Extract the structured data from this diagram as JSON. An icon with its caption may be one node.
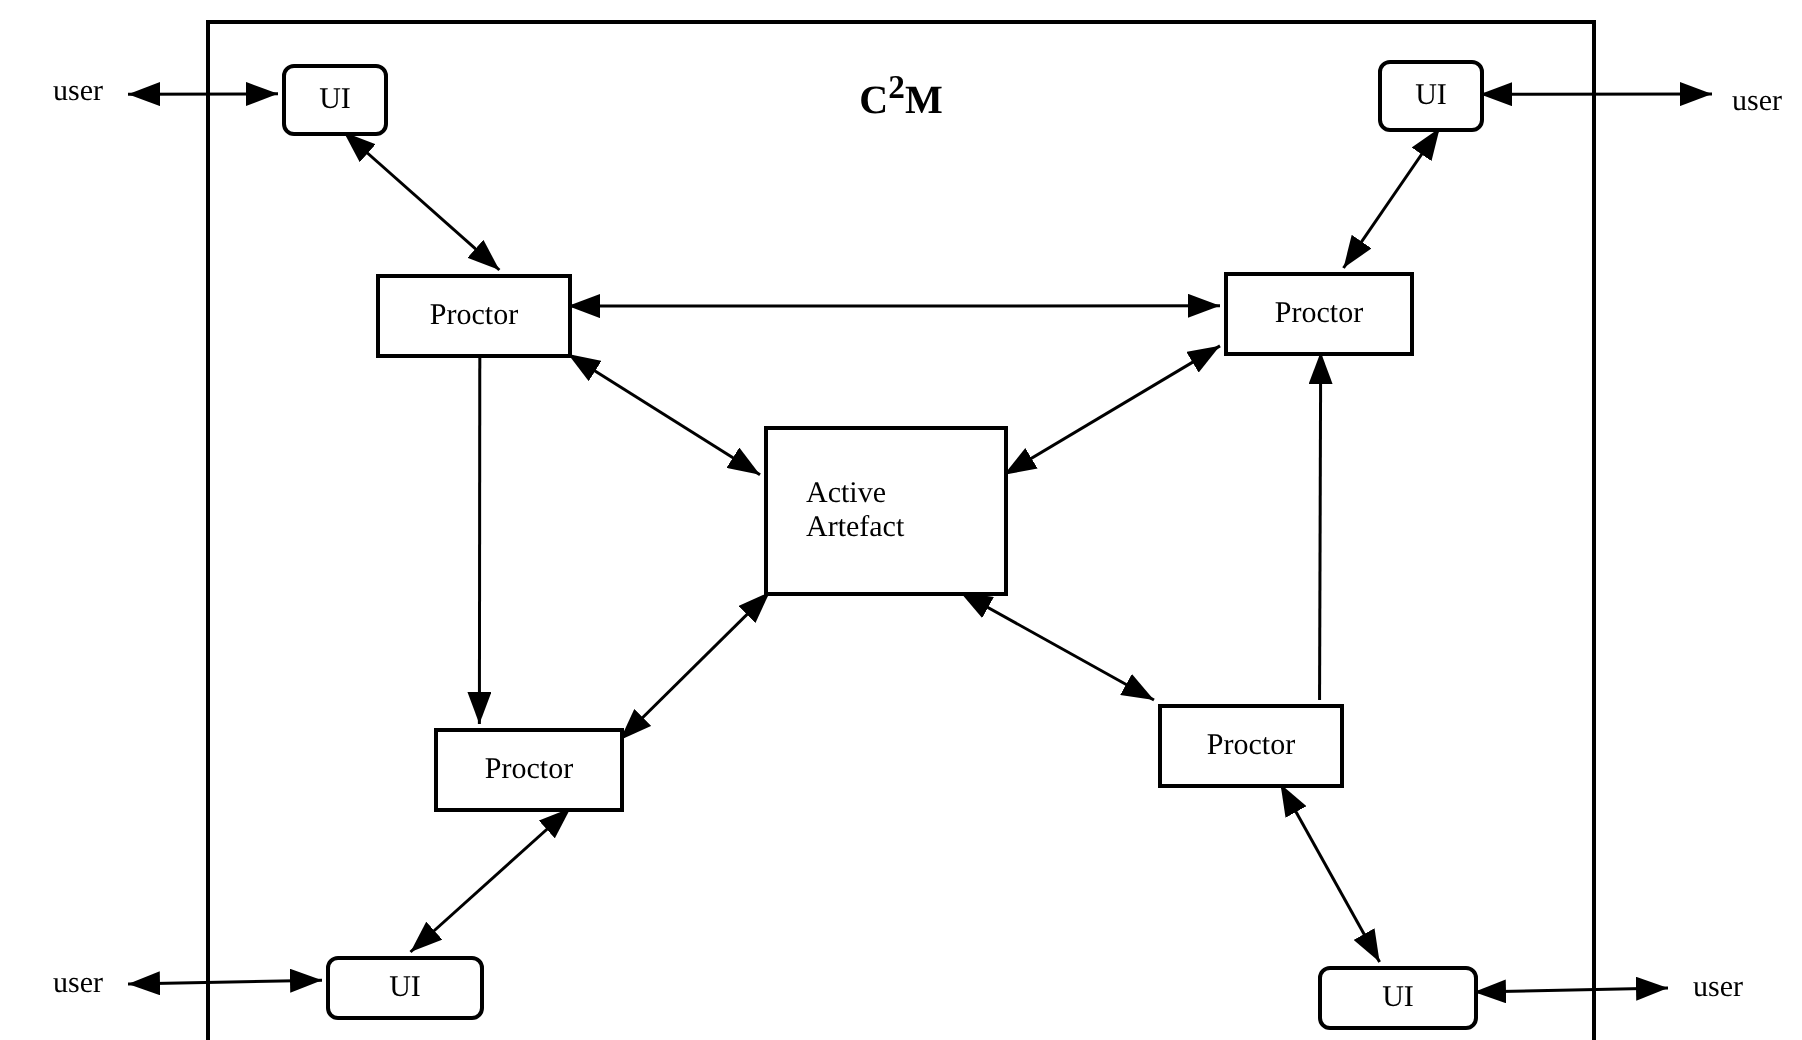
{
  "diagram": {
    "nodes": [
      {
        "text": [
          "C$^{2}$M"
        ]
      },
      {
        "text": [
          "UI"
        ],
        "in": 0
      },
      {
        "text": [
          "UI"
        ],
        "in": 0
      },
      {
        "text": [
          "Proctor"
        ],
        "in": 0
      },
      {
        "text": [
          "Proctor"
        ],
        "in": 0
      },
      {
        "text": [
          "Active Artefact"
        ],
        "in": 0
      },
      {
        "text": [
          "Proctor"
        ],
        "in": 0
      },
      {
        "text": [
          "Proctor"
        ],
        "in": 0
      },
      {
        "text": [
          "UI"
        ],
        "in": 0
      },
      {
        "text": [
          "UI"
        ],
        "in": 0
      },
      {
        "text": [
          "user"
        ]
      },
      {
        "text": [
          "user"
        ]
      },
      {
        "text": [
          "user"
        ]
      },
      {
        "text": [
          "user"
        ]
      }
    ],
    "edges": [
      {
        "from": 10,
        "to": 1,
        "arrow": "both"
      },
      {
        "from": 2,
        "to": 11,
        "arrow": "both"
      },
      {
        "from": 1,
        "to": 3,
        "arrow": "both"
      },
      {
        "from": 2,
        "to": 4,
        "arrow": "both"
      },
      {
        "from": 3,
        "to": 4,
        "arrow": "both"
      },
      {
        "from": 3,
        "to": 5,
        "arrow": "both"
      },
      {
        "from": 4,
        "to": 5,
        "arrow": "both"
      },
      {
        "from": 3,
        "to": 6,
        "arrow": "to"
      },
      {
        "from": 6,
        "to": 5,
        "arrow": "both"
      },
      {
        "from": 5,
        "to": 7,
        "arrow": "both"
      },
      {
        "from": 7,
        "to": 4,
        "arrow": "to"
      },
      {
        "from": 6,
        "to": 8,
        "arrow": "both"
      },
      {
        "from": 7,
        "to": 9,
        "arrow": "both"
      },
      {
        "from": 12,
        "to": 8,
        "arrow": "both"
      },
      {
        "from": 9,
        "to": 13,
        "arrow": "both"
      }
    ]
  }
}
